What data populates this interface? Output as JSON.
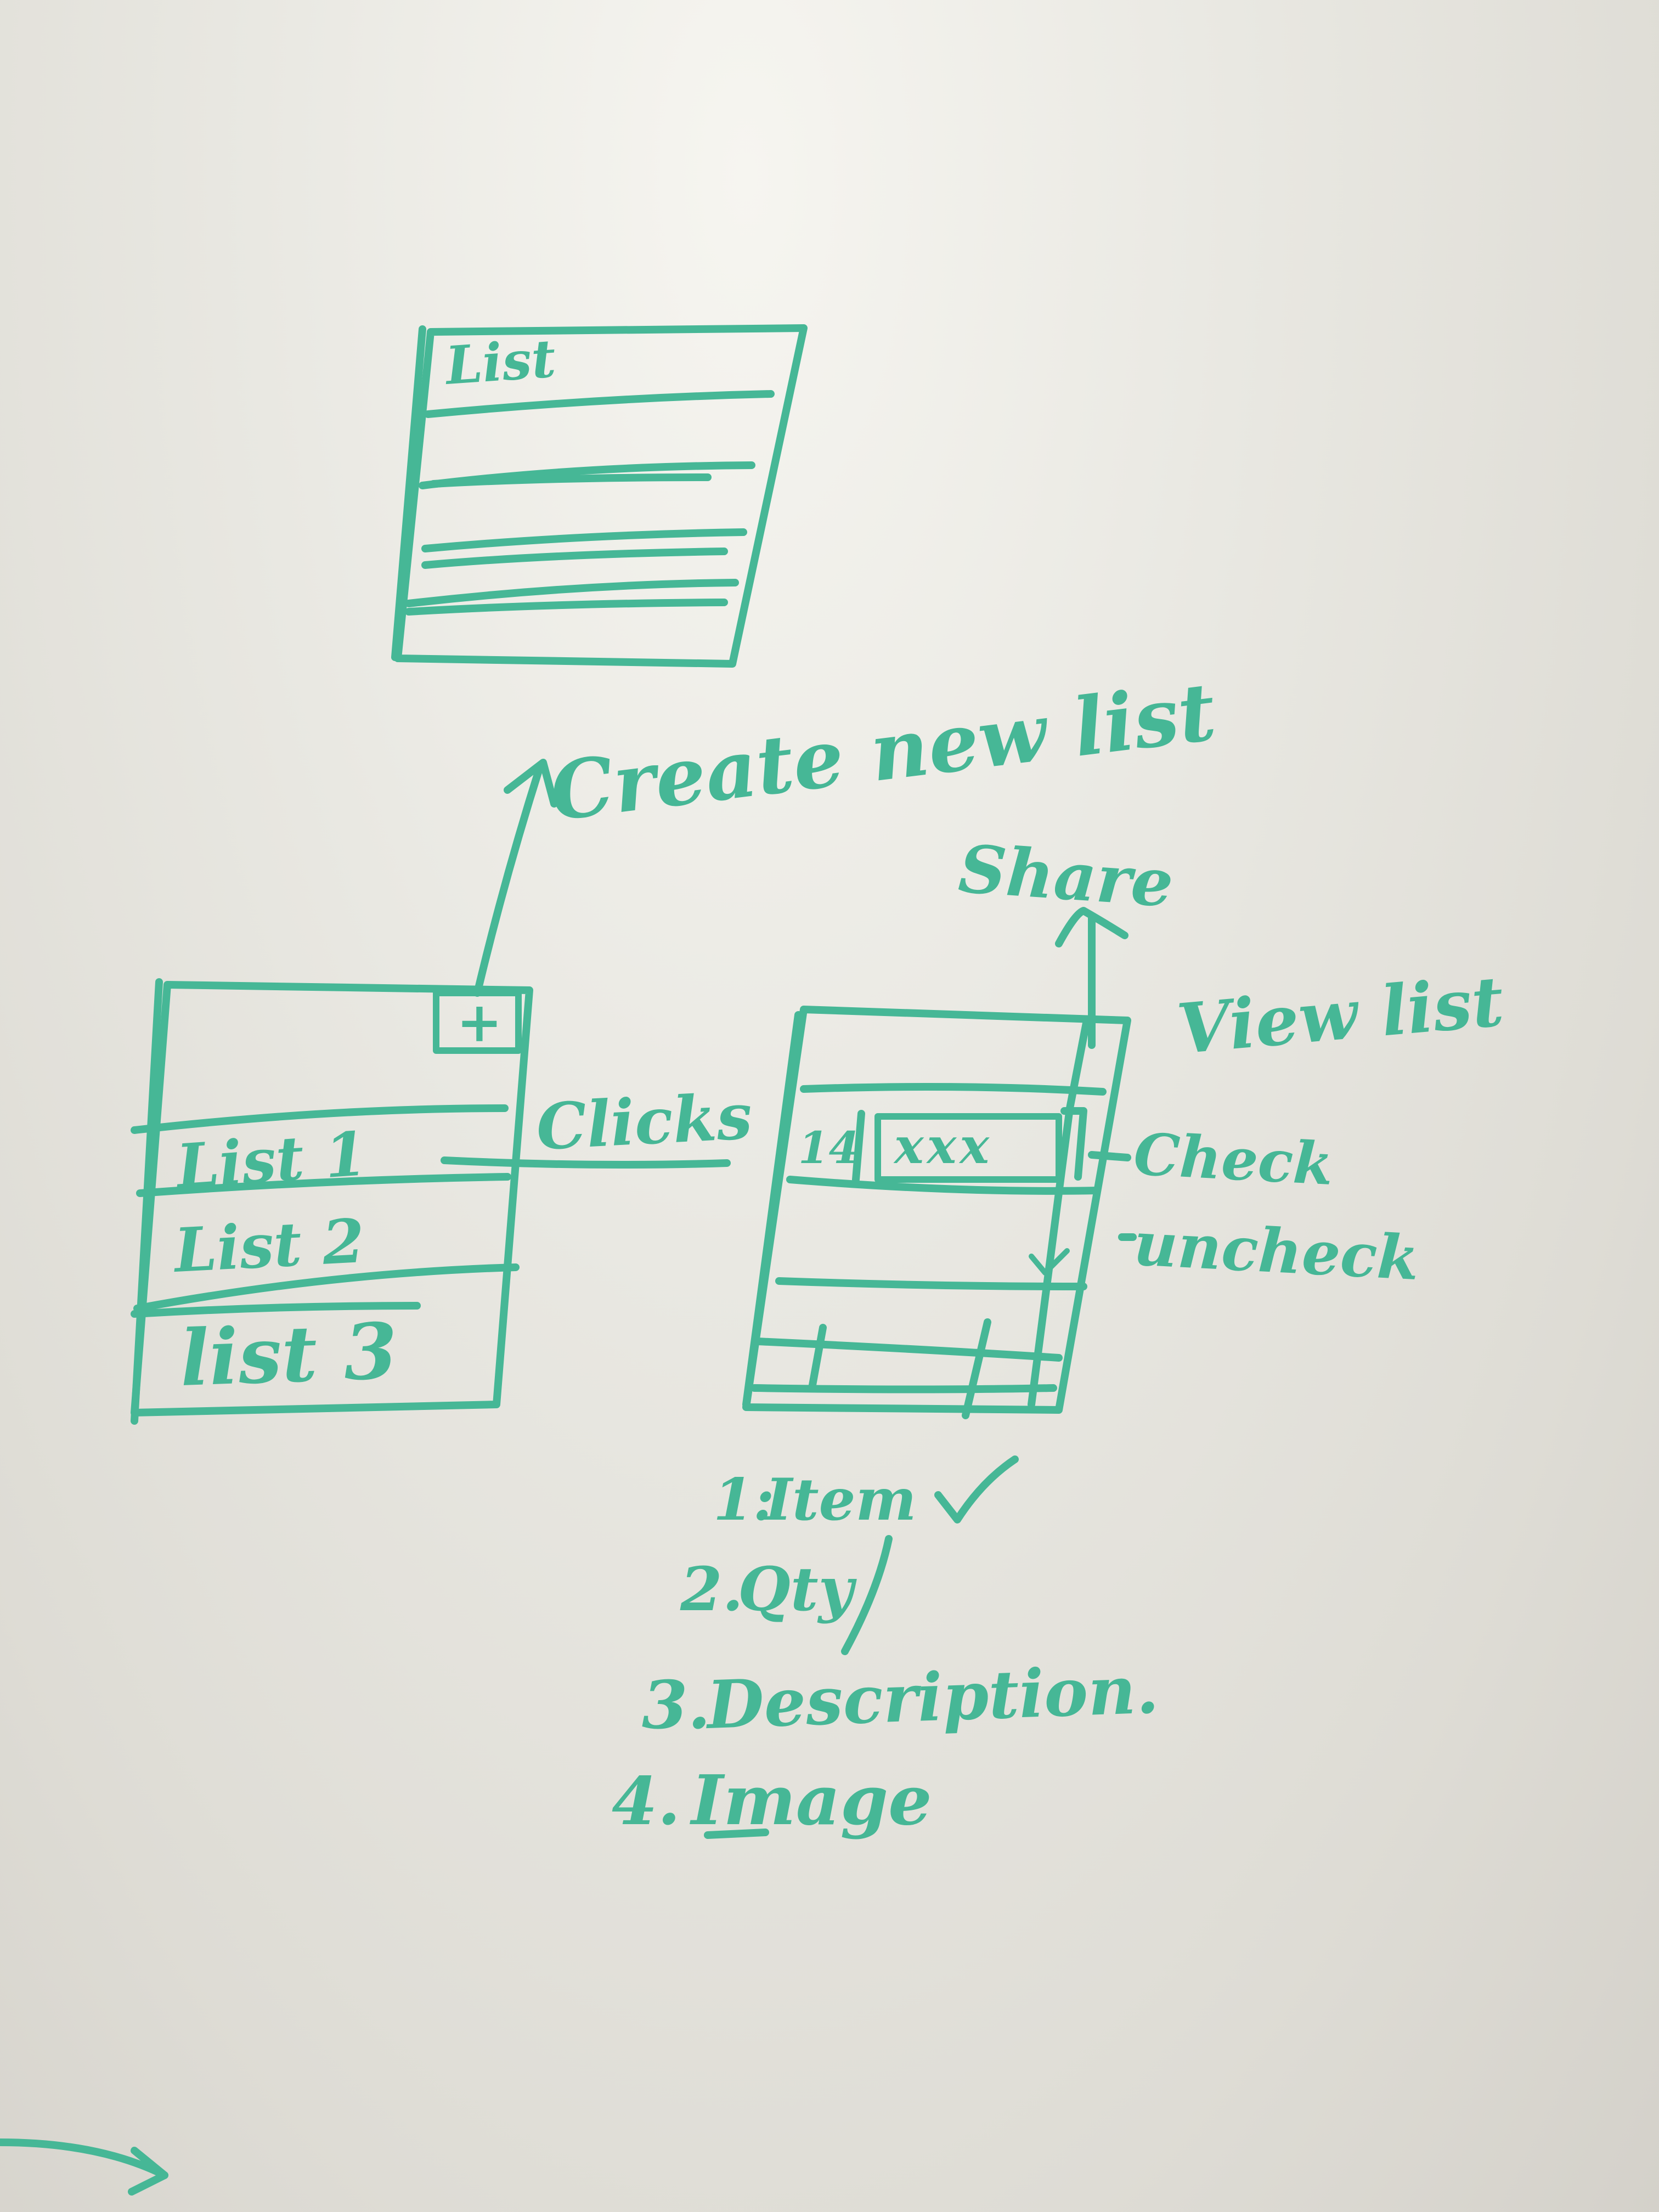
{
  "colors": {
    "marker": "#46b796",
    "board": "#e6e5df"
  },
  "wireframe_list_view": {
    "header_label": "List"
  },
  "wireframe_home": {
    "add_button_label": "+",
    "rows": [
      "List 1",
      "List 2",
      "list 3"
    ]
  },
  "wireframe_item_view": {
    "row_qty_label": "14",
    "row_item_label": "xxx"
  },
  "annotations": {
    "create_new_list": "Create new list",
    "share": "Share",
    "view_list": "View list",
    "clicks": "Clicks",
    "check": "Check",
    "uncheck": "uncheck"
  },
  "fields": [
    {
      "number": "1:",
      "label": "Item",
      "checkmark": "✓"
    },
    {
      "number": "2.",
      "label": "Qty",
      "checkmark": ""
    },
    {
      "number": "3.",
      "label": "Description.",
      "checkmark": ""
    },
    {
      "number": "4.",
      "label": "Image",
      "checkmark": ""
    }
  ]
}
